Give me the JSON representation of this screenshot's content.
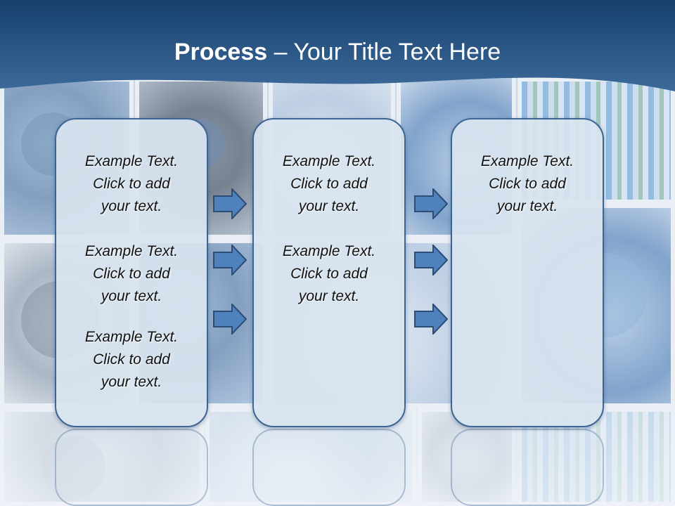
{
  "title": {
    "bold": "Process",
    "rest": " – Your Title Text Here"
  },
  "columns": [
    {
      "items": [
        {
          "l1": "Example Text.",
          "l2": "Click  to add",
          "l3": "your text."
        },
        {
          "l1": "Example Text.",
          "l2": "Click  to add",
          "l3": "your text."
        },
        {
          "l1": "Example Text.",
          "l2": "Click  to add",
          "l3": "your text."
        }
      ]
    },
    {
      "items": [
        {
          "l1": "Example Text.",
          "l2": "Click  to add",
          "l3": "your text."
        },
        {
          "l1": "Example Text.",
          "l2": "Click  to add",
          "l3": "your text."
        }
      ]
    },
    {
      "items": [
        {
          "l1": "Example Text.",
          "l2": "Click  to add",
          "l3": "your text."
        }
      ]
    }
  ],
  "colors": {
    "title_band": "#1f4a78",
    "box_border": "#3d6593",
    "box_fill": "#d8e4ef",
    "arrow_fill": "#4f81bd",
    "arrow_stroke": "#2c4d75"
  },
  "icons": {
    "arrow": "right-arrow-icon"
  }
}
